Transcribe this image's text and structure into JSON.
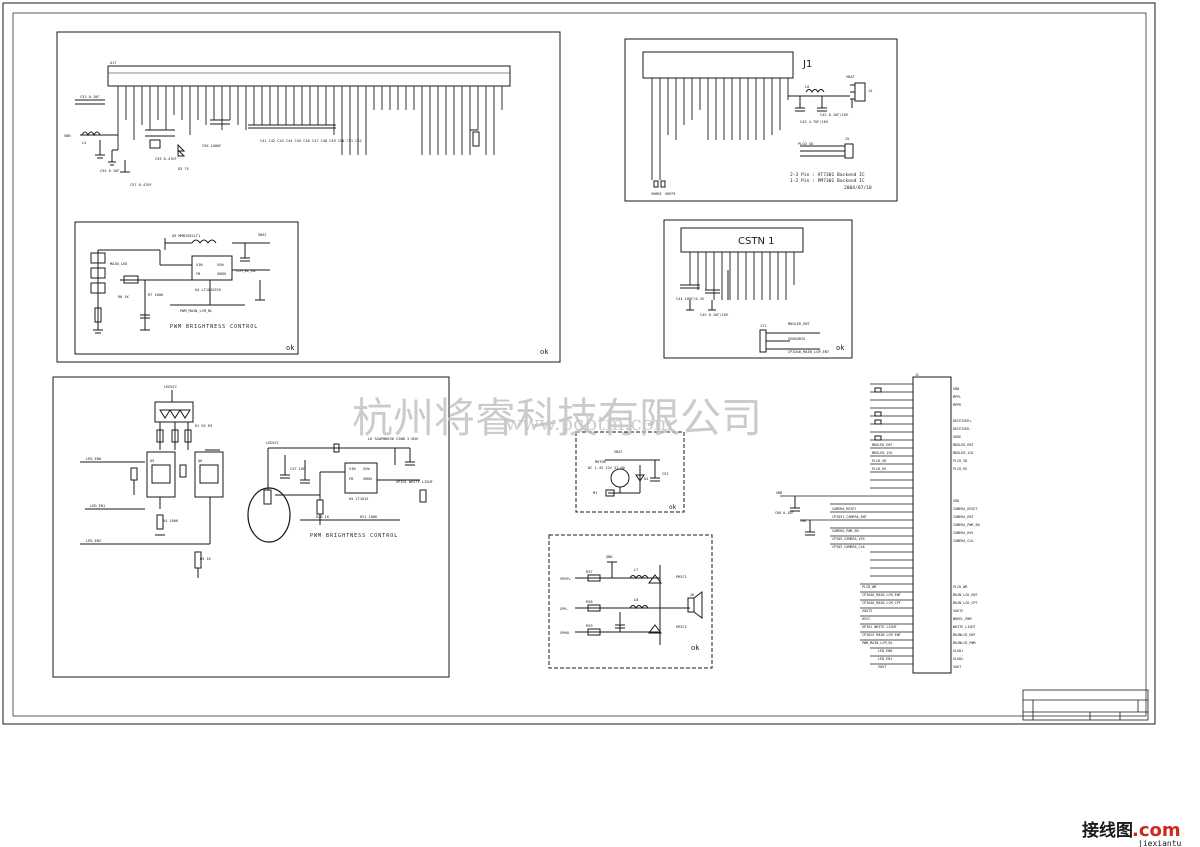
{
  "panels": {
    "j1": {
      "title": "J1",
      "notes": [
        "2-3 Pin : AT7301 Backend IC",
        "1-2 Pin : PM7301 Backend IC",
        "2004/07/10"
      ]
    },
    "cstn": {
      "title": "CSTN 1"
    },
    "top_left_status": "ok",
    "backlight_inner": {
      "label": "PWM BRIGHTNESS CONTROL",
      "status": "ok"
    },
    "led_driver": {
      "label": "PWM BRIGHTNESS CONTROL"
    },
    "cstn_status": "ok",
    "motor": {
      "status": "ok"
    },
    "speaker": {
      "status": "ok"
    }
  },
  "watermark": {
    "company": "杭州将睿科技有限公司",
    "site": "www.pcbtm.com"
  },
  "footer_brand": {
    "cn": "接线图",
    "dotcom": ".com",
    "pinyin": "jiexiantu"
  },
  "colors": {
    "ink": "#1a1a1a",
    "watermark": "#bfbfbf",
    "brand_red": "#cc2a1f",
    "brand_cn": "#1a1a1a"
  }
}
